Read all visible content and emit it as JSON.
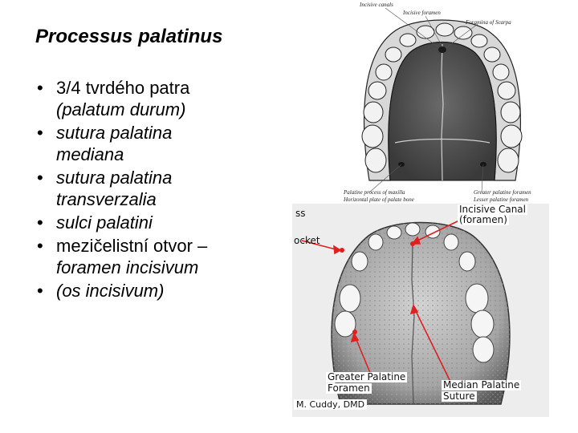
{
  "slide": {
    "title": "Processus palatinus",
    "bullets": [
      {
        "line1": "3/4 tvrdého patra",
        "line2": "(palatum durum)"
      },
      {
        "line1": "sutura palatina",
        "line2": "mediana"
      },
      {
        "line1": "sutura palatina",
        "line2": "transverzalia"
      },
      {
        "line1": "sulci palatini",
        "line2": ""
      },
      {
        "line1": "mezičelistní otvor –",
        "line2": "foramen incisivum"
      },
      {
        "line1": "(os incisivum)",
        "line2": ""
      }
    ],
    "bullet_glyph": "•"
  },
  "figure_top": {
    "labels": {
      "incisive_canals": "Incisive canals",
      "incisive_foramen": "Incisive foramen",
      "foramina_scarpa": "Foramina of Scarpa",
      "palatine_process": "Palatine process of maxilla",
      "horizontal_plate": "Horizontal plate of palate bone",
      "greater_palatine": "Greater palatine foramen",
      "lesser_palatine": "Lesser palatine foramen"
    }
  },
  "figure_bottom": {
    "labels": {
      "fossa": "ss",
      "pocket": "ocket",
      "incisive_canal": "Incisive Canal",
      "incisive_canal_sub": "(foramen)",
      "greater_palatine": "Greater Palatine",
      "greater_palatine_sub": "Foramen",
      "median_palatine": "Median Palatine",
      "median_palatine_sub": "Suture"
    },
    "credit": "M. Cuddy, DMD",
    "arrow_color": "#e02020"
  }
}
